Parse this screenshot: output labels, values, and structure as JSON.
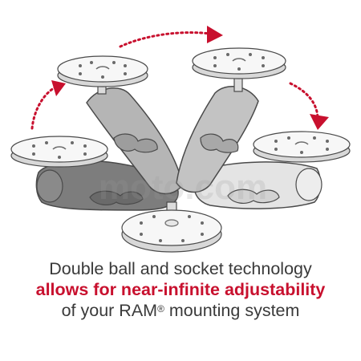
{
  "illustration": {
    "icons": [
      "ball-socket-mount-plate",
      "curved-arrow",
      "watermark-logo"
    ],
    "colors": {
      "arrow_red": "#c8102e",
      "plate_fill": "#f7f7f7",
      "arm_dark": "#7d7d7d",
      "arm_mid": "#b5b5b5",
      "arm_light": "#e4e4e4",
      "outline": "#4a4a4a"
    },
    "watermark": "moto.com"
  },
  "caption": {
    "line1": "Double ball and socket technology",
    "line2": "allows for near-infinite adjustability",
    "line3_pre": "of your RAM",
    "line3_reg": "®",
    "line3_post": " mounting system",
    "color_text": "#3a3a3a",
    "color_highlight": "#c8102e"
  }
}
